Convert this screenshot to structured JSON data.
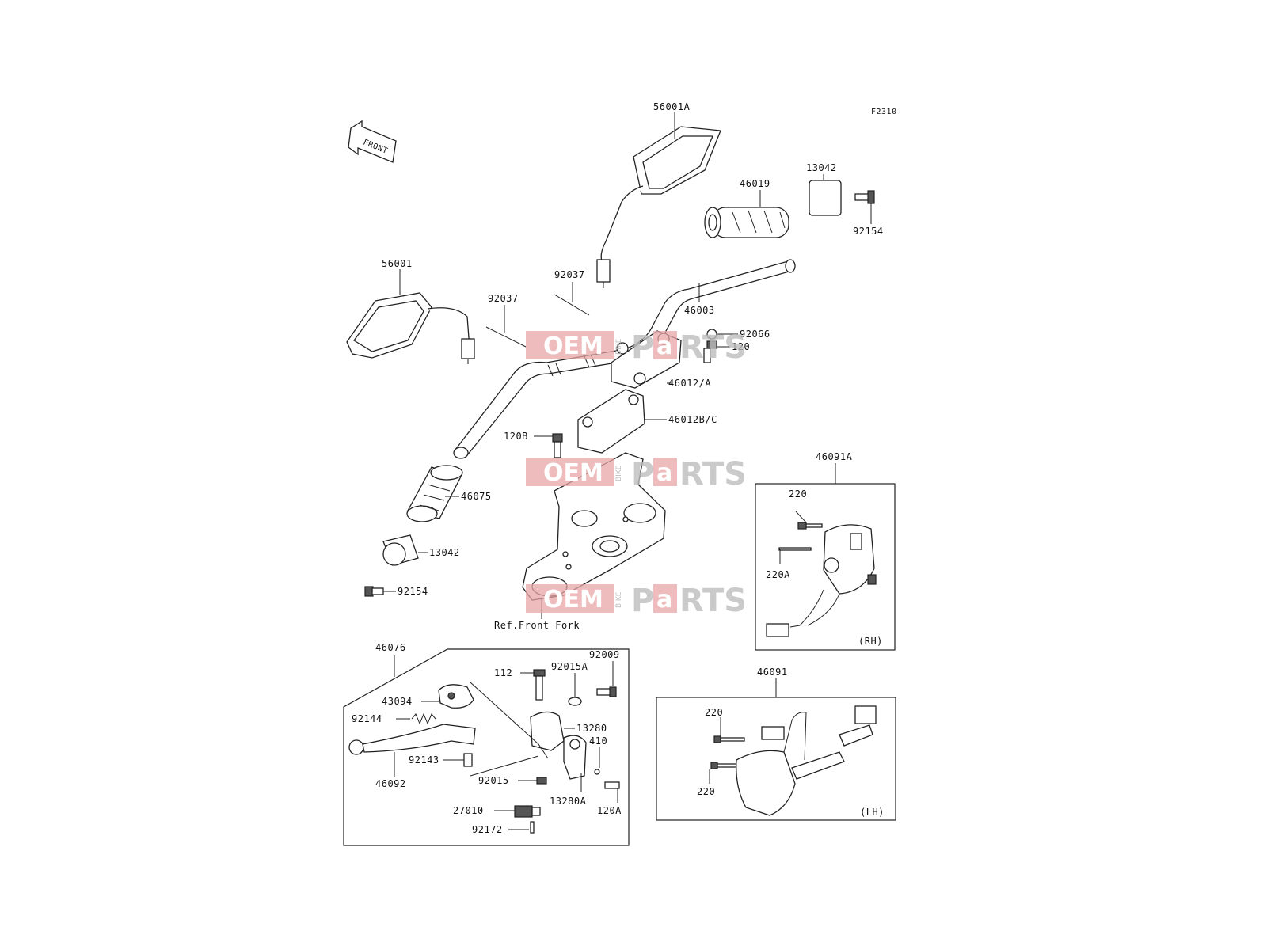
{
  "figure_code": "F2310",
  "front_marker": "FRONT",
  "ref_label": "Ref.Front Fork",
  "watermark": {
    "left": "OEM",
    "right_a": "P",
    "right_b": "a",
    "right_c": "RTS",
    "vertical": "BIKE"
  },
  "parts": {
    "p56001A": "56001A",
    "p56001": "56001",
    "p13042_top": "13042",
    "p46019": "46019",
    "p92154_top": "92154",
    "p92037_a": "92037",
    "p92037_b": "92037",
    "p46003": "46003",
    "p92066": "92066",
    "p120": "120",
    "p46012A": "46012/A",
    "p46012BC": "46012B/C",
    "p120B": "120B",
    "p46075": "46075",
    "p13042_bot": "13042",
    "p92154_bot": "92154",
    "p46091A": "46091A",
    "p220_rh": "220",
    "p220A": "220A",
    "rh_label": "(RH)",
    "p46076": "46076",
    "p92009": "92009",
    "p112": "112",
    "p92015A": "92015A",
    "p43094": "43094",
    "p13280": "13280",
    "p92144": "92144",
    "p410": "410",
    "p92143": "92143",
    "p46092": "46092",
    "p92015": "92015",
    "p13280A": "13280A",
    "p27010": "27010",
    "p120A": "120A",
    "p92172": "92172",
    "p46091": "46091",
    "p220_lh_a": "220",
    "p220_lh_b": "220",
    "lh_label": "(LH)"
  },
  "colors": {
    "ink": "#222222",
    "watermark_red": "#e8a6a6",
    "watermark_grey": "#bdbdbd"
  }
}
